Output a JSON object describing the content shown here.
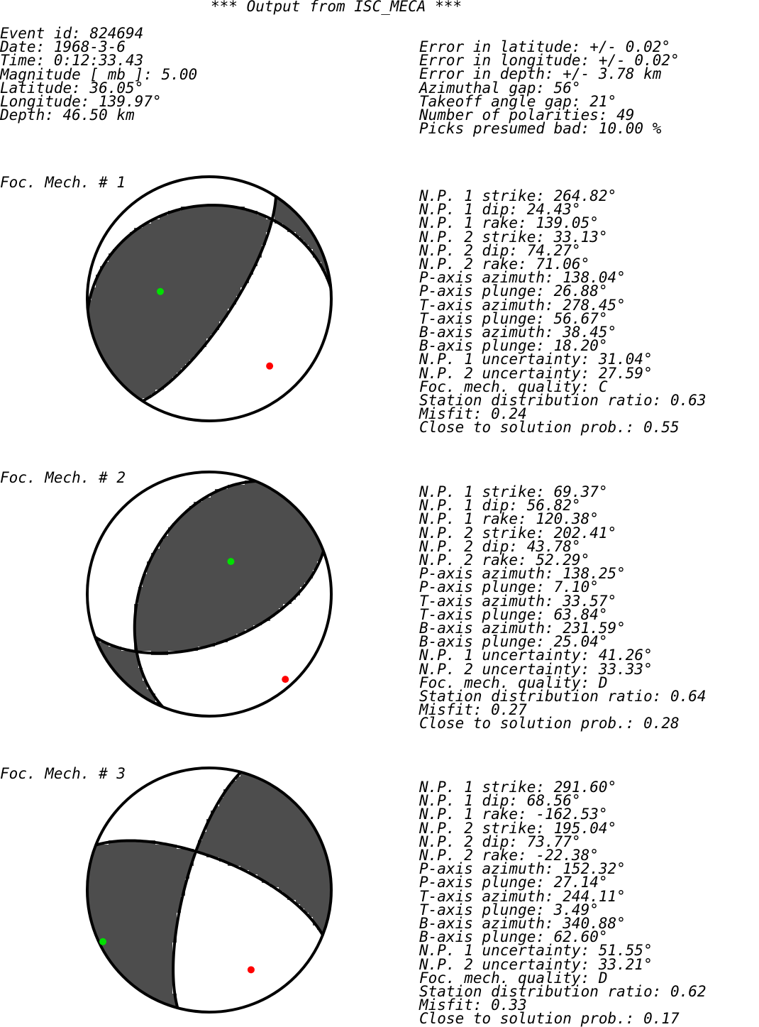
{
  "header": "*** Output from ISC_MECA ***",
  "event_info": [
    "Event id: 824694",
    "Date: 1968-3-6",
    "Time: 0:12:33.43",
    "Magnitude [ mb ]: 5.00",
    "Latitude: 36.05°",
    "Longitude: 139.97°",
    "Depth: 46.50 km"
  ],
  "error_info": [
    "Error in latitude: +/- 0.02°",
    "Error in longitude: +/- 0.02°",
    "Error in depth: +/- 3.78 km",
    "Azimuthal gap: 56°",
    "Takeoff angle gap: 21°",
    "Number of polarities: 49",
    "Picks presumed bad: 10.00 %"
  ],
  "mechanisms": [
    {
      "label": "Foc. Mech. # 1",
      "params": [
        "N.P. 1 strike: 264.82°",
        "N.P. 1 dip: 24.43°",
        "N.P. 1 rake: 139.05°",
        "N.P. 2 strike: 33.13°",
        "N.P. 2 dip: 74.27°",
        "N.P. 2 rake: 71.06°",
        "P-axis azimuth: 138.04°",
        "P-axis plunge: 26.88°",
        "T-axis azimuth: 278.45°",
        "T-axis plunge: 56.67°",
        "B-axis azimuth: 38.45°",
        "B-axis plunge: 18.20°",
        "N.P. 1 uncertainty: 31.04°",
        "N.P. 2 uncertainty: 27.59°",
        "Foc. mech. quality: C",
        "Station distribution ratio: 0.63",
        "Misfit: 0.24",
        "Close to solution prob.: 0.55"
      ],
      "planes": [
        {
          "strike": 264.82,
          "dip": 24.43
        },
        {
          "strike": 33.13,
          "dip": 74.27
        }
      ],
      "p_axis": {
        "azimuth": 138.04,
        "plunge": 26.88
      },
      "t_axis": {
        "azimuth": 278.45,
        "plunge": 56.67
      }
    },
    {
      "label": "Foc. Mech. # 2",
      "params": [
        "N.P. 1 strike: 69.37°",
        "N.P. 1 dip: 56.82°",
        "N.P. 1 rake: 120.38°",
        "N.P. 2 strike: 202.41°",
        "N.P. 2 dip: 43.78°",
        "N.P. 2 rake: 52.29°",
        "P-axis azimuth: 138.25°",
        "P-axis plunge: 7.10°",
        "T-axis azimuth: 33.57°",
        "T-axis plunge: 63.84°",
        "B-axis azimuth: 231.59°",
        "B-axis plunge: 25.04°",
        "N.P. 1 uncertainty: 41.26°",
        "N.P. 2 uncertainty: 33.33°",
        "Foc. mech. quality: D",
        "Station distribution ratio: 0.64",
        "Misfit: 0.27",
        "Close to solution prob.: 0.28"
      ],
      "planes": [
        {
          "strike": 69.37,
          "dip": 56.82
        },
        {
          "strike": 202.41,
          "dip": 43.78
        }
      ],
      "p_axis": {
        "azimuth": 138.25,
        "plunge": 7.1
      },
      "t_axis": {
        "azimuth": 33.57,
        "plunge": 63.84
      }
    },
    {
      "label": "Foc. Mech. # 3",
      "params": [
        "N.P. 1 strike: 291.60°",
        "N.P. 1 dip: 68.56°",
        "N.P. 1 rake: -162.53°",
        "N.P. 2 strike: 195.04°",
        "N.P. 2 dip: 73.77°",
        "N.P. 2 rake: -22.38°",
        "P-axis azimuth: 152.32°",
        "P-axis plunge: 27.14°",
        "T-axis azimuth: 244.11°",
        "T-axis plunge: 3.49°",
        "B-axis azimuth: 340.88°",
        "B-axis plunge: 62.60°",
        "N.P. 1 uncertainty: 51.55°",
        "N.P. 2 uncertainty: 33.21°",
        "Foc. mech. quality: D",
        "Station distribution ratio: 0.62",
        "Misfit: 0.33",
        "Close to solution prob.: 0.17"
      ],
      "planes": [
        {
          "strike": 291.6,
          "dip": 68.56
        },
        {
          "strike": 195.04,
          "dip": 73.77
        }
      ],
      "p_axis": {
        "azimuth": 152.32,
        "plunge": 27.14
      },
      "t_axis": {
        "azimuth": 244.11,
        "plunge": 3.49
      }
    }
  ],
  "colors": {
    "shade": "#4d4d4d",
    "uncertainty_lines": "#888888",
    "outline": "#000000",
    "p_axis": "#ff0000",
    "t_axis": "#00e000"
  }
}
